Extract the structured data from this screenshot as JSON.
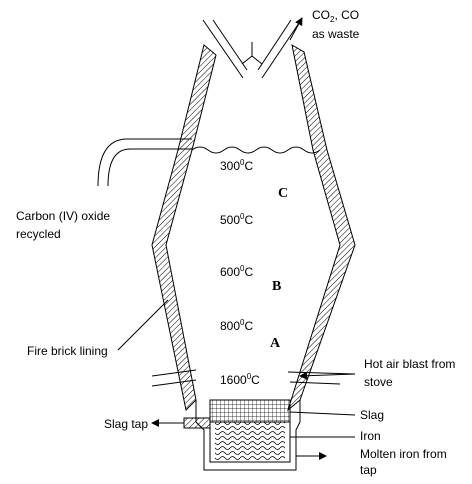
{
  "labels": {
    "co2_main": "CO",
    "co2_sub": "2",
    "co2_rest": ", CO",
    "as_waste": "as waste",
    "co2_recycled_line1": "Carbon (IV) oxide",
    "co2_recycled_line2": "recycled",
    "fire_brick": "Fire brick lining",
    "hot_air_line1": "Hot air blast from",
    "hot_air_line2": "stove",
    "slag_tap": "Slag tap",
    "slag": "Slag",
    "iron": "Iron",
    "molten_line1": "Molten iron from",
    "molten_line2": "tap"
  },
  "zones": {
    "a": "A",
    "b": "B",
    "c": "C"
  },
  "temperatures": {
    "t300": "300",
    "t500": "500",
    "t600": "600",
    "t800": "800",
    "t1600": "1600",
    "degree": "0",
    "unit": "C"
  }
}
